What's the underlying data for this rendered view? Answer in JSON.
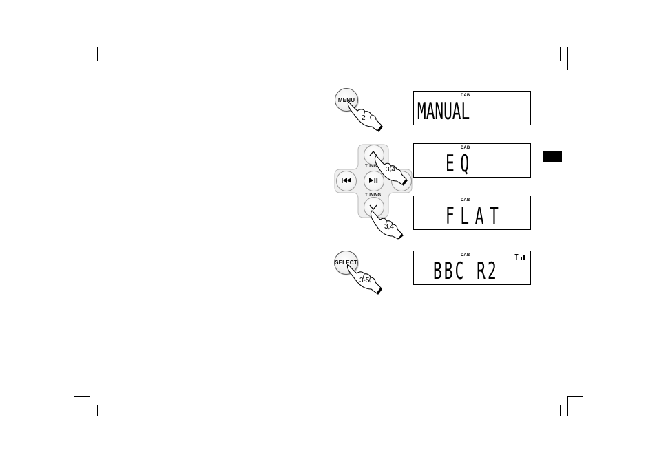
{
  "steps": [
    {
      "button_label": "MENU",
      "step_label": "2",
      "display": {
        "badge": "DAB",
        "text": "MANUAL"
      }
    },
    {
      "tuning_label_top": "TUNING",
      "tuning_label_bottom": "TUNING",
      "step_label_up": "3,4",
      "step_label_down": "3,4",
      "display_eq": {
        "badge": "DAB",
        "text": "EQ"
      },
      "display_flat": {
        "badge": "DAB",
        "text": "FLAT"
      }
    },
    {
      "button_label": "SELECT",
      "step_label": "3-5",
      "display": {
        "badge": "DAB",
        "text": "BBC R2"
      }
    }
  ],
  "icons": {
    "prev": "skip-back-icon",
    "play": "play-pause-icon",
    "next": "skip-forward-icon",
    "up": "chevron-up-icon",
    "down": "chevron-down-icon",
    "signal": "signal-strength-icon"
  }
}
